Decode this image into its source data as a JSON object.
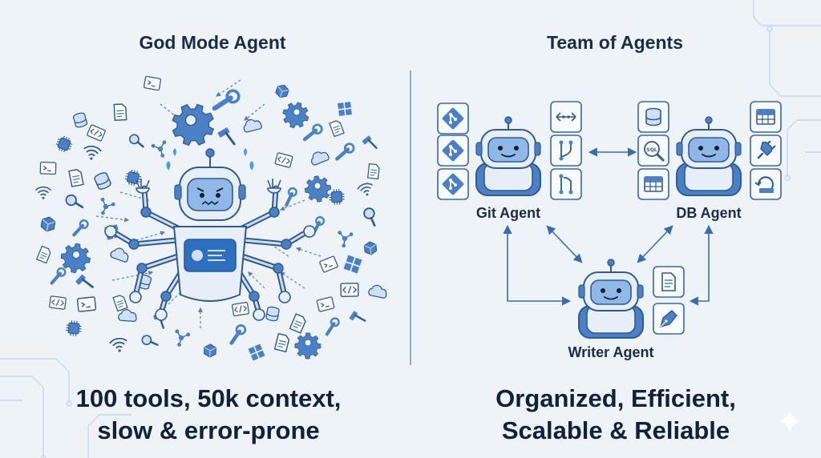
{
  "left": {
    "title": "God Mode Agent",
    "caption_line1": "100 tools, 50k context,",
    "caption_line2": "slow & error-prone",
    "icons": [
      "gear-icon",
      "wrench-icon",
      "hammer-icon",
      "cloud-icon",
      "code-icon",
      "terminal-icon",
      "document-icon",
      "database-icon",
      "chip-icon",
      "wifi-icon",
      "search-icon",
      "network-icon",
      "cube-icon",
      "pen-icon",
      "window-icon",
      "sql-icon"
    ]
  },
  "right": {
    "title": "Team of Agents",
    "caption_line1": "Organized, Efficient,",
    "caption_line2": "Scalable & Reliable",
    "agents": {
      "git": {
        "label": "Git Agent",
        "tool_icons": [
          "git-icon",
          "git-icon",
          "git-icon",
          "code-compare-icon",
          "git-merge-icon",
          "git-pull-icon"
        ]
      },
      "db": {
        "label": "DB Agent",
        "tool_icons": [
          "database-icon",
          "sql-search-icon",
          "table-icon",
          "table-icon",
          "plug-icon",
          "backup-icon"
        ]
      },
      "writer": {
        "label": "Writer Agent",
        "tool_icons": [
          "document-icon",
          "pen-nib-icon"
        ]
      }
    }
  },
  "colors": {
    "background": "#eef3f8",
    "primary_blue": "#4a80c6",
    "light_blue": "#cfe0f4",
    "outline": "#2f5a92",
    "text": "#13203a"
  }
}
